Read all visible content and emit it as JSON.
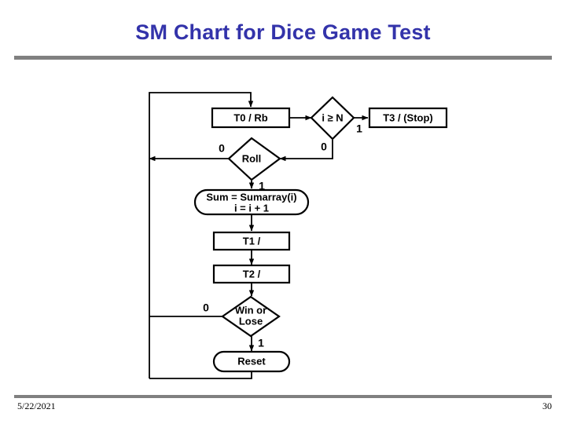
{
  "slide": {
    "title": "SM Chart for Dice Game Test",
    "footer": {
      "date": "5/22/2021",
      "page_number": "30"
    },
    "accent_color": "#3333aa",
    "rule_color": "#808080"
  },
  "diagram": {
    "type": "state-machine-chart",
    "nodes": {
      "t0": {
        "label": "T0 / Rb",
        "shape": "rectangle"
      },
      "in": {
        "label": "i ≥ N",
        "shape": "diamond"
      },
      "t3": {
        "label": "T3 / (Stop)",
        "shape": "rectangle"
      },
      "roll": {
        "label": "Roll",
        "shape": "diamond"
      },
      "sum_line1": {
        "label": "Sum = Sumarray(i)",
        "shape": "rounded"
      },
      "sum_line2": {
        "label": "i = i + 1",
        "shape": "rounded"
      },
      "t1": {
        "label": "T1 /",
        "shape": "rectangle"
      },
      "t2": {
        "label": "T2 /",
        "shape": "rectangle"
      },
      "winlose_line1": {
        "label": "Win or",
        "shape": "diamond"
      },
      "winlose_line2": {
        "label": "Lose",
        "shape": "diamond"
      },
      "reset": {
        "label": "Reset",
        "shape": "rounded"
      }
    },
    "edge_labels": {
      "in_true": "1",
      "in_false": "0",
      "roll_false": "0",
      "roll_true": "1",
      "winlose_false": "0",
      "winlose_true": "1"
    }
  }
}
